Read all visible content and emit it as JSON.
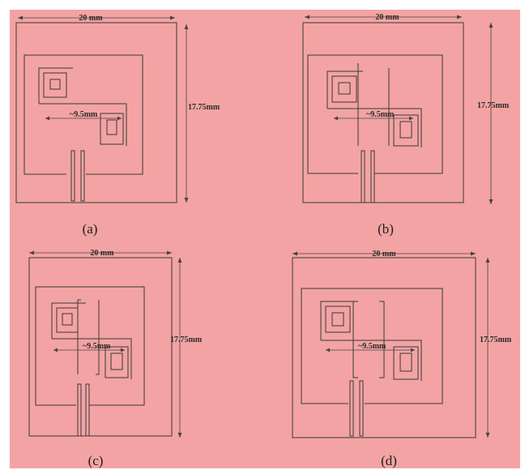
{
  "colors": {
    "background": "#f3a3a3",
    "line": "#3a3a3a"
  },
  "panels": [
    {
      "caption": "(a)",
      "width_label": "20 mm",
      "height_label": "17.75mm",
      "gap_label": "~9.5mm"
    },
    {
      "caption": "(b)",
      "width_label": "20 mm",
      "height_label": "17.75mm",
      "gap_label": "~9.5mm"
    },
    {
      "caption": "(c)",
      "width_label": "20 mm",
      "height_label": "17.75mm",
      "gap_label": "~9.5mm"
    },
    {
      "caption": "(d)",
      "width_label": "20 mm",
      "height_label": "17.75mm",
      "gap_label": "~9.5mm"
    }
  ]
}
